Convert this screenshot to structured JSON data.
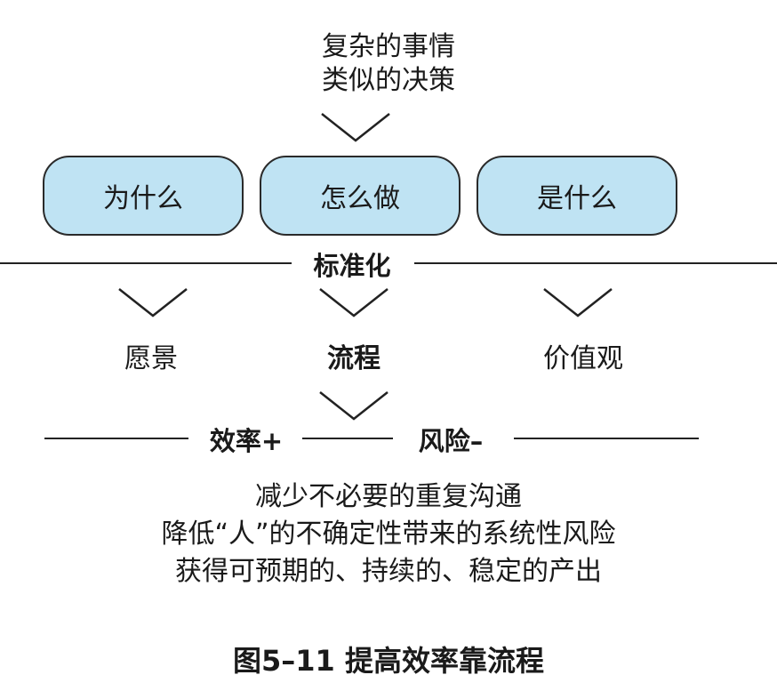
{
  "top": {
    "lines": [
      "复杂的事情",
      "类似的决策"
    ]
  },
  "boxes": [
    "为什么",
    "怎么做",
    "是什么"
  ],
  "standard_label": "标准化",
  "outcomes": [
    "愿景",
    "流程",
    "价值观"
  ],
  "efficiency_label": "效率+",
  "risk_label": "风险–",
  "bottom": {
    "lines": [
      "减少不必要的重复沟通",
      "降低“人”的不确定性带来的系统性风险",
      "获得可预期的、持续的、稳定的产出"
    ]
  },
  "caption": "图5–11 提高效率靠流程",
  "colors": {
    "box_fill": "#bfe3f3",
    "line": "#222222"
  }
}
